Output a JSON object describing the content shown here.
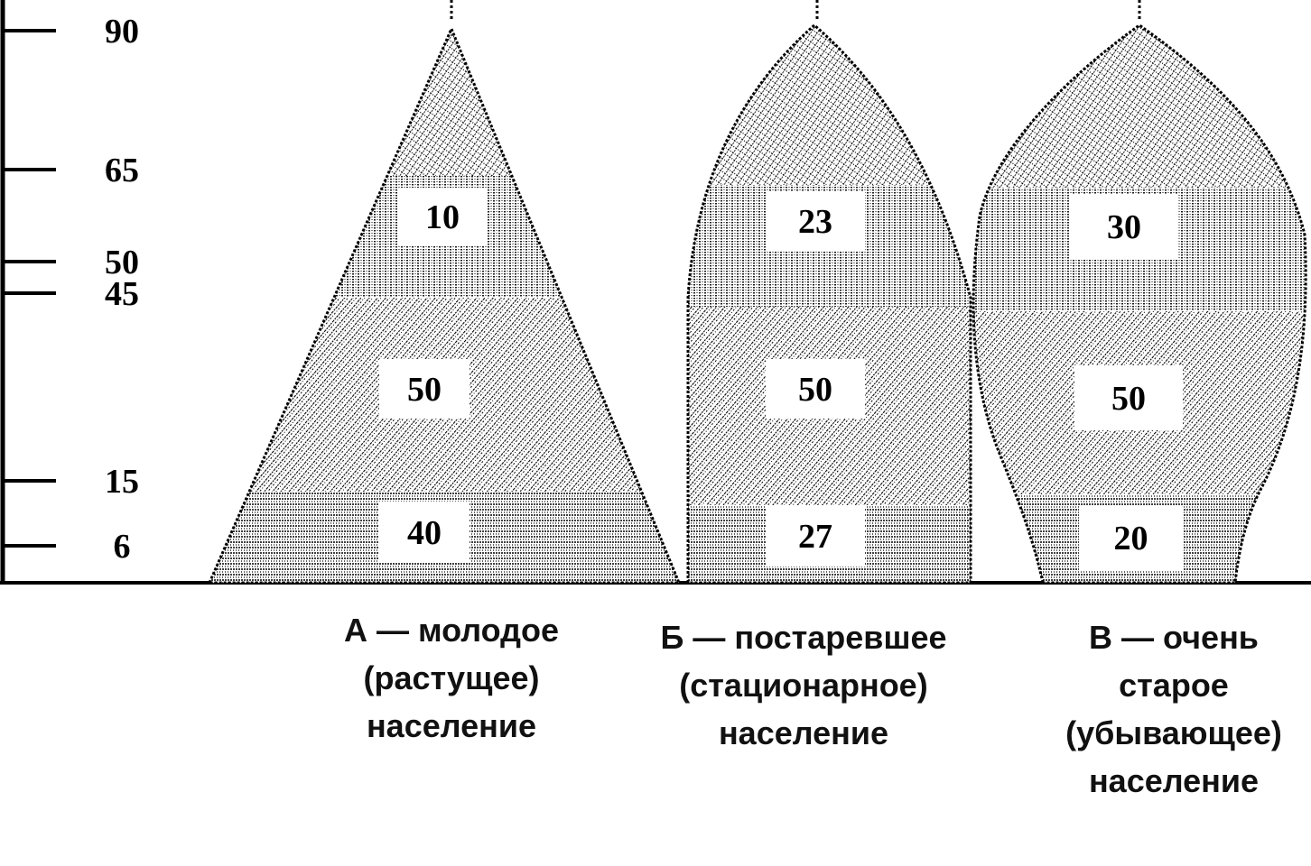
{
  "axis": {
    "ticks": [
      90,
      65,
      50,
      45,
      15,
      6
    ],
    "tick_labels": [
      "90",
      "65",
      "50",
      "45",
      "15",
      "6"
    ]
  },
  "colors": {
    "ink": "#000000",
    "background": "#ffffff",
    "label_box": "#ffffff"
  },
  "pyramids": [
    {
      "id": "a",
      "shape": "triangle",
      "segments": [
        {
          "age_from": 0,
          "age_to": 15,
          "value": 40,
          "label": "40",
          "pattern": "horizontal-lines"
        },
        {
          "age_from": 15,
          "age_to": 45,
          "value": 50,
          "label": "50",
          "pattern": "diagonal-hatch"
        },
        {
          "age_from": 45,
          "age_to": 65,
          "value": 10,
          "label": "10",
          "pattern": "vertical-dots"
        },
        {
          "age_from": 65,
          "age_to": 90,
          "value": null,
          "label": "",
          "pattern": "cross-hatch"
        }
      ],
      "caption": [
        "А — молодое",
        "(растущее)",
        "население"
      ]
    },
    {
      "id": "b",
      "shape": "bell",
      "segments": [
        {
          "age_from": 0,
          "age_to": 15,
          "value": 27,
          "label": "27",
          "pattern": "horizontal-lines"
        },
        {
          "age_from": 15,
          "age_to": 45,
          "value": 50,
          "label": "50",
          "pattern": "diagonal-hatch"
        },
        {
          "age_from": 45,
          "age_to": 65,
          "value": 23,
          "label": "23",
          "pattern": "vertical-dots"
        },
        {
          "age_from": 65,
          "age_to": 90,
          "value": null,
          "label": "",
          "pattern": "cross-hatch"
        }
      ],
      "caption": [
        "Б — постаревшее",
        "(стационарное)",
        "население"
      ]
    },
    {
      "id": "c",
      "shape": "urn",
      "segments": [
        {
          "age_from": 0,
          "age_to": 15,
          "value": 20,
          "label": "20",
          "pattern": "horizontal-lines"
        },
        {
          "age_from": 15,
          "age_to": 45,
          "value": 50,
          "label": "50",
          "pattern": "diagonal-hatch"
        },
        {
          "age_from": 45,
          "age_to": 65,
          "value": 30,
          "label": "30",
          "pattern": "vertical-dots"
        },
        {
          "age_from": 65,
          "age_to": 90,
          "value": null,
          "label": "",
          "pattern": "cross-hatch"
        }
      ],
      "caption": [
        "В — очень",
        "старое",
        "(убывающее)",
        "население"
      ]
    }
  ]
}
